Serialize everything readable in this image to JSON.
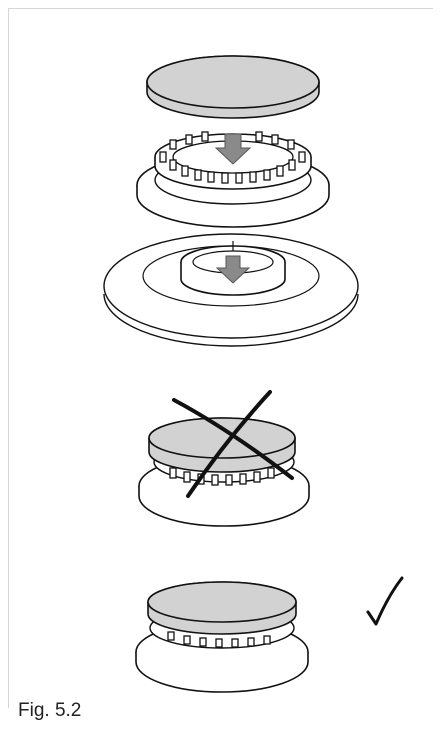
{
  "figure": {
    "caption": "Fig. 5.2",
    "colors": {
      "cap_fill": "#d2d2d2",
      "arrow_fill": "#8a8a8a",
      "line": "#111111",
      "rule": "#d6d6d6"
    },
    "steps": [
      {
        "id": "cap-placement",
        "mark": "arrow"
      },
      {
        "id": "crown-placement",
        "mark": "arrow"
      },
      {
        "id": "incorrect-fit",
        "mark": "cross"
      },
      {
        "id": "correct-fit",
        "mark": "check"
      }
    ]
  }
}
